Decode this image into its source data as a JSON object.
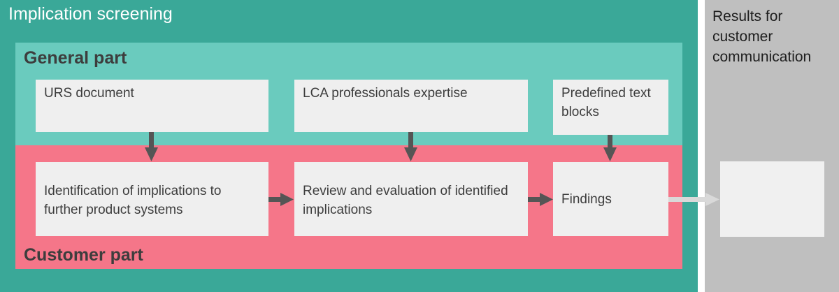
{
  "screening": {
    "title": "Implication screening",
    "color": "#3aa898"
  },
  "general_part": {
    "title": "General part",
    "color": "#6acbbe",
    "boxes": [
      {
        "label": "URS document"
      },
      {
        "label": "LCA professionals expertise"
      },
      {
        "label": "Predefined text blocks"
      }
    ]
  },
  "customer_part": {
    "title": "Customer part",
    "color": "#f57689",
    "boxes": [
      {
        "label": "Identification of implications to further product systems"
      },
      {
        "label": "Review and evaluation of identified implications"
      },
      {
        "label": "Findings"
      }
    ]
  },
  "results": {
    "title": "Results for customer communication",
    "box_label": "",
    "color": "#bfbfbf"
  },
  "arrow_color": "#555555",
  "output_arrow_color": "#d9d9d9"
}
